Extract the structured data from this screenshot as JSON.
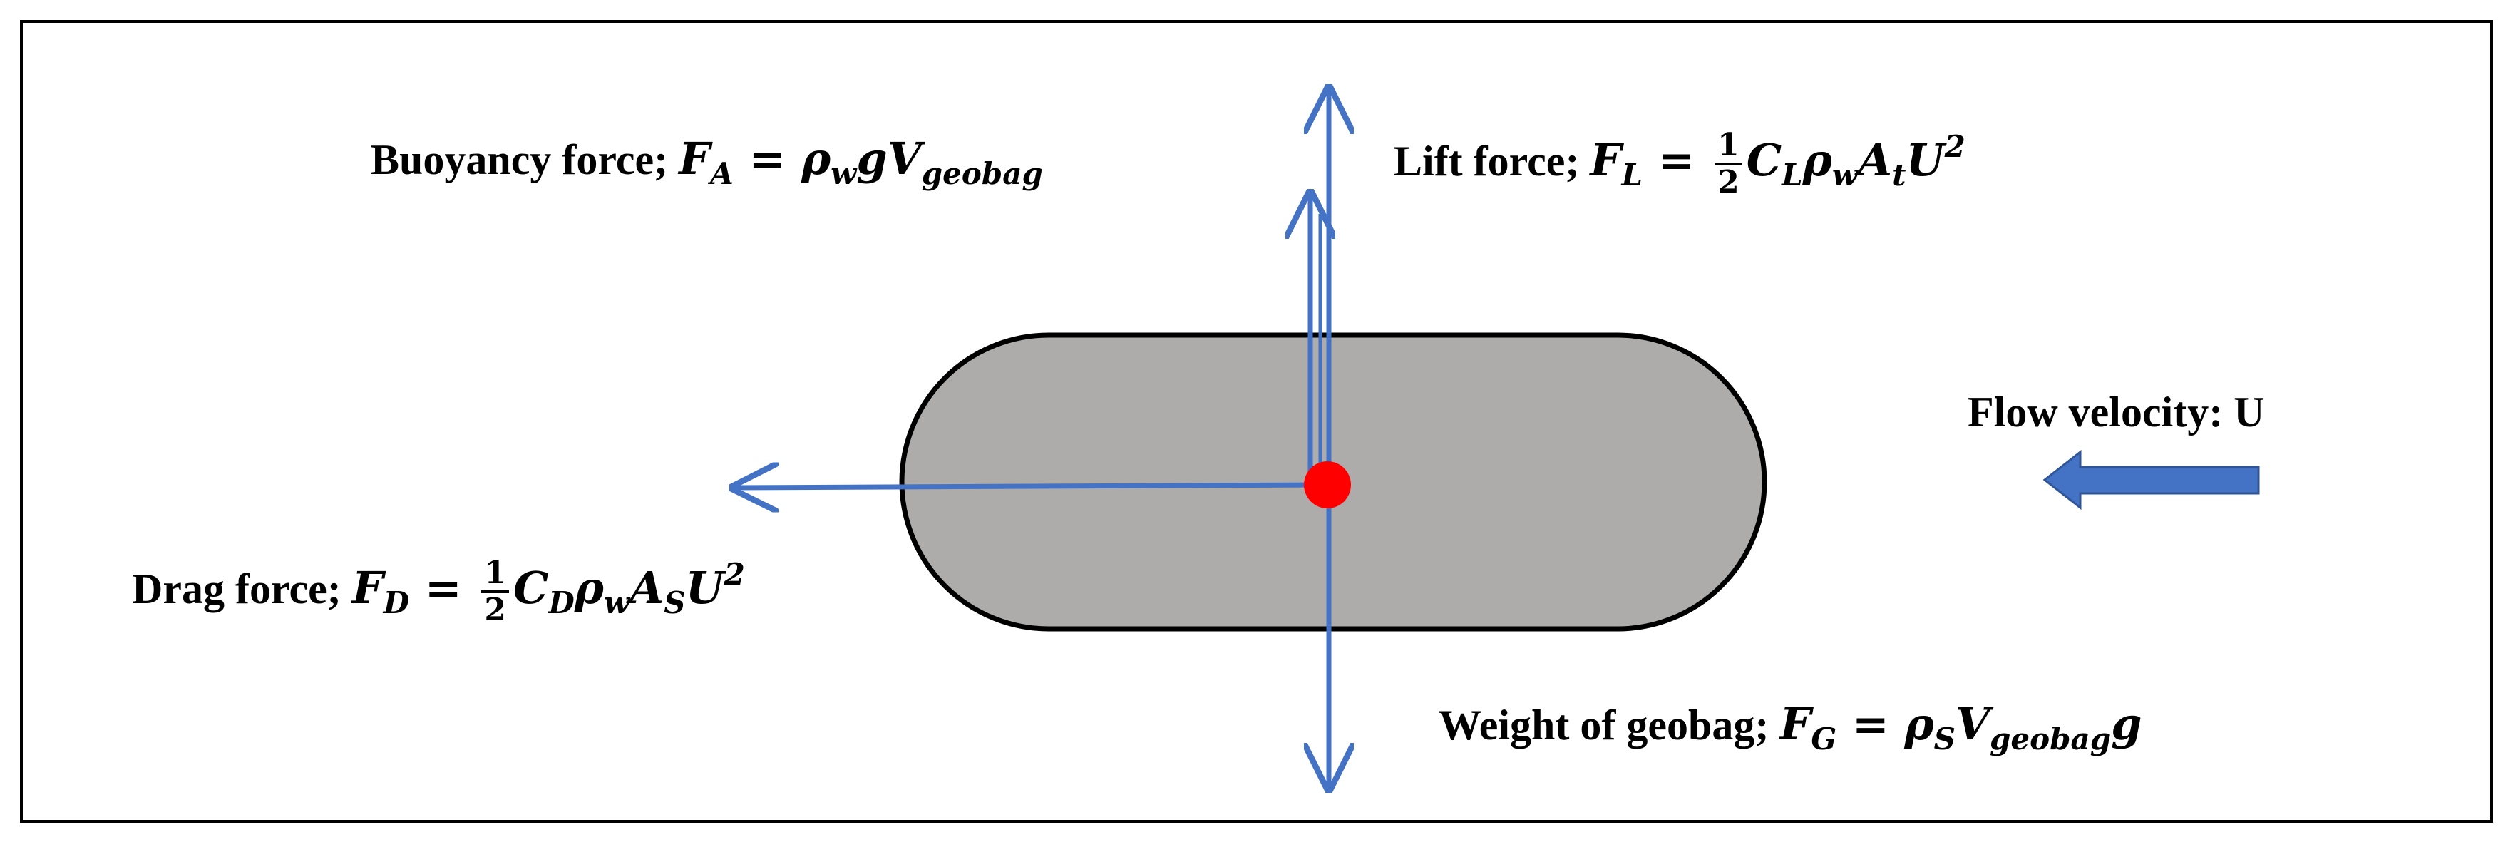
{
  "colors": {
    "border": "#000000",
    "geobag_fill": "#aeabab",
    "geobag_stroke": "#000000",
    "force_arrow": "#4472c4",
    "center_point": "#ff0000",
    "flow_arrow": "#4472c4"
  },
  "labels": {
    "buoyancy": {
      "text": "Buoyancy force;",
      "lhs": "F",
      "lhs_sub": "A",
      "rhs": [
        "ρ",
        "w",
        "gV",
        "geobag"
      ]
    },
    "lift": {
      "text": "Lift force;",
      "lhs": "F",
      "lhs_sub": "L",
      "frac_num": "1",
      "frac_den": "2",
      "rhs": [
        "C",
        "L",
        "ρ",
        "w",
        "A",
        "t",
        "U",
        "2"
      ]
    },
    "drag": {
      "text": "Drag force;",
      "lhs": "F",
      "lhs_sub": "D",
      "frac_num": "1",
      "frac_den": "2",
      "rhs": [
        "C",
        "D",
        "ρ",
        "w",
        "A",
        "S",
        "U",
        "2"
      ]
    },
    "weight": {
      "text": "Weight of geobag;",
      "lhs": "F",
      "lhs_sub": "G",
      "rhs": [
        "ρ",
        "S",
        "V",
        "geobag",
        "g"
      ]
    },
    "flow": {
      "text": "Flow velocity: U"
    },
    "equals": "="
  }
}
